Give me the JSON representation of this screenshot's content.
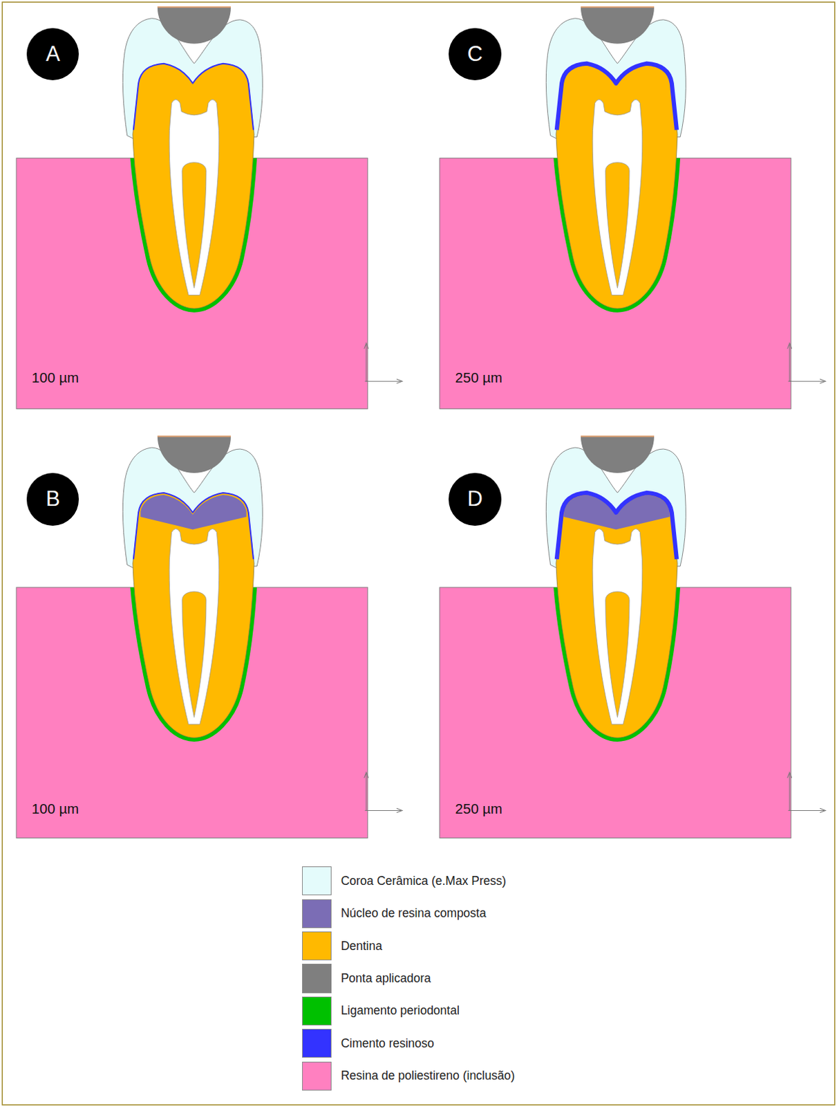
{
  "diagram": {
    "nodes": [
      {
        "text": [
          "A"
        ]
      },
      {
        "text": [
          "C"
        ]
      },
      {
        "text": [
          "B"
        ]
      },
      {
        "text": [
          "D"
        ]
      }
    ],
    "labels": [
      "100 µm",
      "250 µm",
      "100 µm",
      "250 µm"
    ],
    "legend": [
      {
        "text": "Coroa Cerâmica (e.Max Press)",
        "color": "#e4fbfb"
      },
      {
        "text": "Núcleo de resina composta",
        "color": "#7b6db5"
      },
      {
        "text": "Dentina",
        "color": "#ffb900"
      },
      {
        "text": "Ponta aplicadora",
        "color": "#7f7f7f"
      },
      {
        "text": "Ligamento periodontal",
        "color": "#00c000"
      },
      {
        "text": "Cimento resinoso",
        "color": "#3333ff"
      },
      {
        "text": "Resina de poliestireno (inclusão)",
        "color": "#ff80c0"
      }
    ]
  }
}
